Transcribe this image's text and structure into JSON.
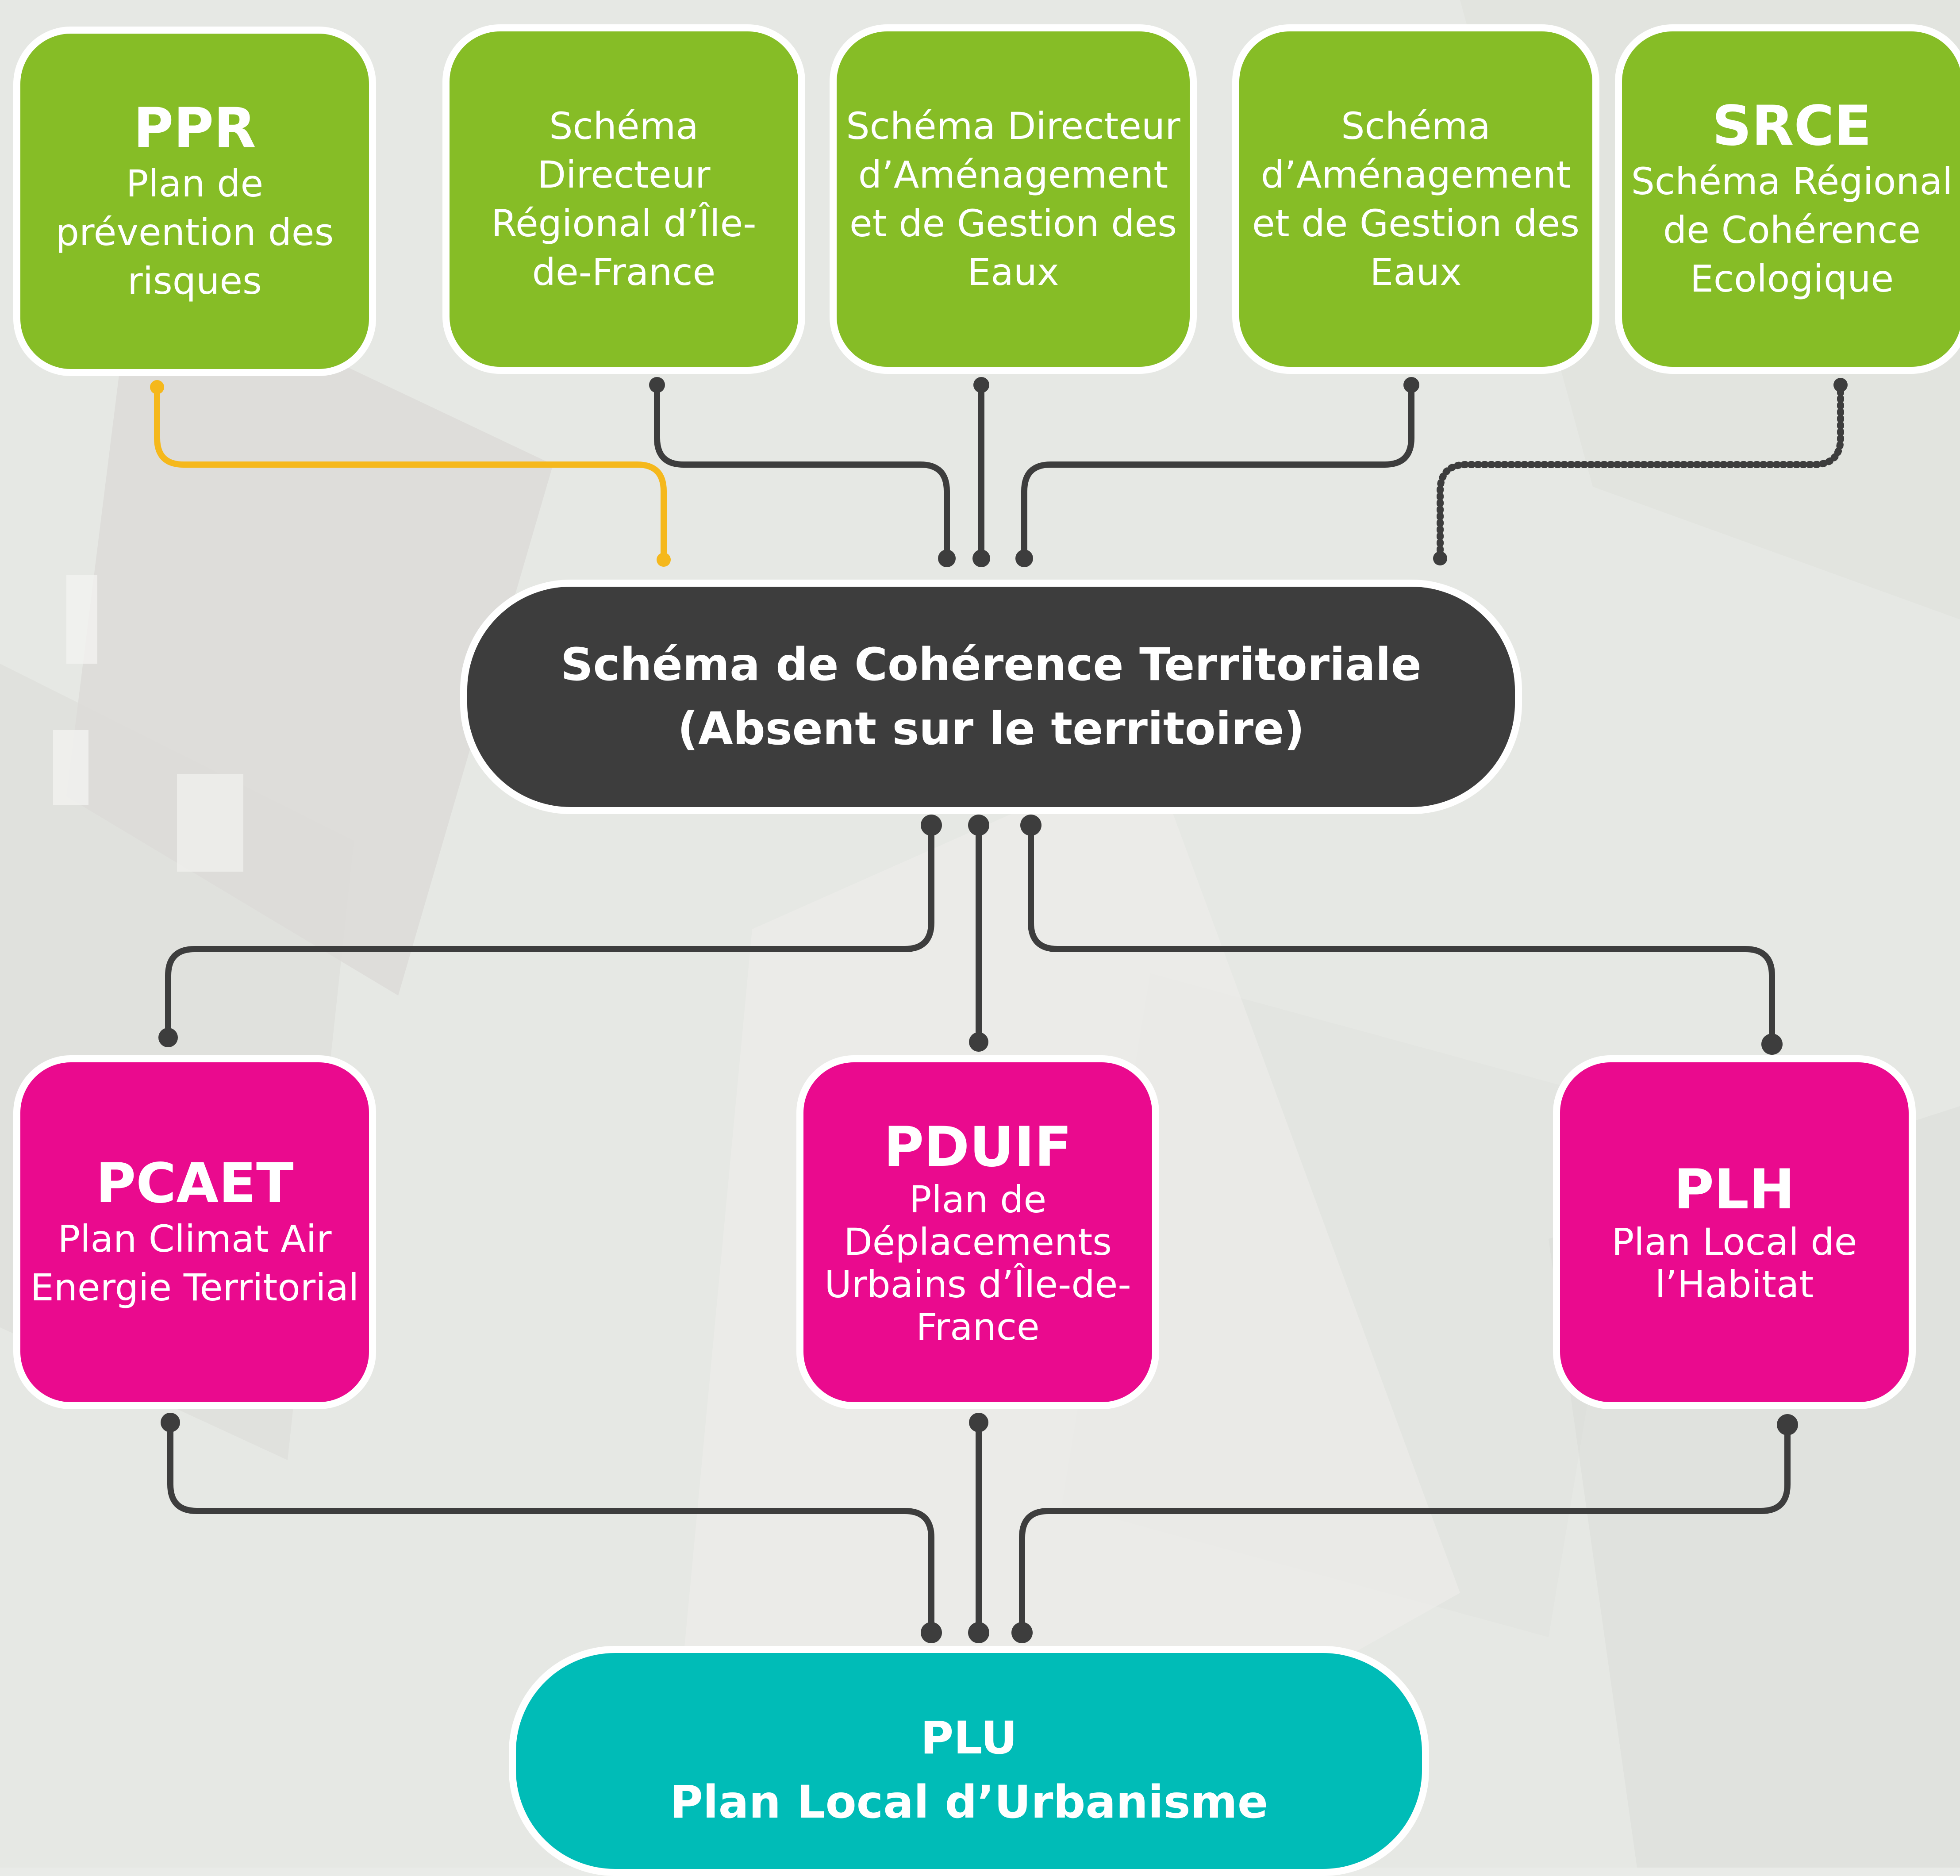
{
  "top_boxes": {
    "ppr": {
      "abbr": "PPR",
      "text": "Plan de prévention des risques"
    },
    "sdrif": {
      "text": "Schéma Directeur Régional d’Île-de-France"
    },
    "sdage": {
      "text": "Schéma Directeur d’Aménagement et de Gestion des Eaux"
    },
    "sage": {
      "text": "Schéma d’Aménagement et de Gestion des Eaux"
    },
    "srce": {
      "abbr": "SRCE",
      "text": "Schéma Régional de Cohérence Ecologique"
    }
  },
  "scot": {
    "text": "Schéma de Cohérence Territoriale (Absent sur le territoire)"
  },
  "mid_boxes": {
    "pcaet": {
      "abbr": "PCAET",
      "text": "Plan Climat Air Energie Territorial"
    },
    "pduif": {
      "abbr": "PDUIF",
      "text": "Plan de Déplacements Urbains d’Île-de-France"
    },
    "plh": {
      "abbr": "PLH",
      "text": "Plan Local de l’Habitat"
    }
  },
  "plu": {
    "abbr": "PLU",
    "text": "Plan Local d’Urbanisme"
  },
  "colors": {
    "green": "#86bd26",
    "pink": "#ea0a8e",
    "dark": "#3d3d3d",
    "teal": "#00bcb7",
    "connector": "#3d3d3d",
    "connector_ppr": "#f5b81c"
  }
}
